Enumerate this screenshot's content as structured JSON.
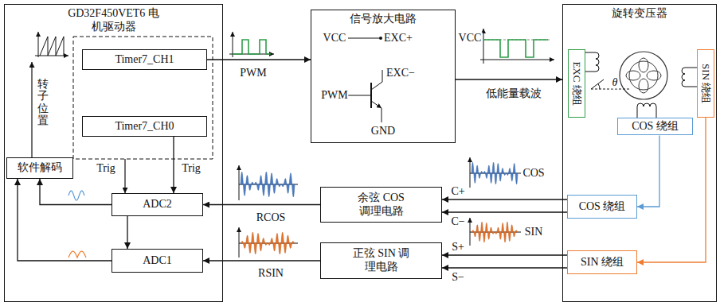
{
  "diagram": {
    "nodes": [
      {
        "text": [
          "GD32F450VET6 电机驱动器"
        ]
      },
      {
        "text": [
          "Timer7_CH1"
        ],
        "in": 0
      },
      {
        "text": [
          "Timer7_CH0"
        ],
        "in": 0
      },
      {
        "text": [
          "软件解码"
        ],
        "in": 0
      },
      {
        "text": [
          "ADC2"
        ],
        "in": 0
      },
      {
        "text": [
          "ADC1"
        ],
        "in": 0
      },
      {
        "text": [
          "信号放大电路"
        ]
      },
      {
        "text": [
          "旋转变压器"
        ]
      },
      {
        "text": [
          "EXC 绕组"
        ],
        "in": 7
      },
      {
        "text": [
          "SIN 绕组"
        ],
        "in": 7
      },
      {
        "text": [
          "COS 绕组"
        ],
        "in": 7
      },
      {
        "text": [
          "COS 绕组"
        ],
        "in": 7
      },
      {
        "text": [
          "SIN 绕组"
        ],
        "in": 7
      },
      {
        "text": [
          "余弦 COS 调理电路"
        ]
      },
      {
        "text": [
          "正弦 SIN 调理电路"
        ]
      }
    ],
    "edges": [
      {
        "from": 1,
        "to": 6,
        "arrow": "to",
        "label": "PWM"
      },
      {
        "from": 6,
        "to": 7,
        "arrow": "to",
        "label": "低能量载波"
      },
      {
        "from": 2,
        "to": 4,
        "arrow": "to",
        "label": "Trig"
      },
      {
        "from": 4,
        "to": 5,
        "arrow": "to"
      },
      {
        "from": 4,
        "to": 3,
        "arrow": "to"
      },
      {
        "from": 5,
        "to": 3,
        "arrow": "to"
      },
      {
        "from": 13,
        "to": 4,
        "arrow": "to",
        "label": "RCOS"
      },
      {
        "from": 14,
        "to": 5,
        "arrow": "to",
        "label": "RSIN"
      },
      {
        "from": 11,
        "to": 13,
        "arrow": "to",
        "label": "C+"
      },
      {
        "from": 11,
        "to": 13,
        "arrow": "to",
        "label": "C−"
      },
      {
        "from": 12,
        "to": 14,
        "arrow": "to",
        "label": "S+"
      },
      {
        "from": 12,
        "to": 14,
        "arrow": "to",
        "label": "S−"
      },
      {
        "from": 10,
        "to": 11,
        "arrow": "to"
      },
      {
        "from": 9,
        "to": 12,
        "arrow": "to"
      }
    ],
    "labels": [
      "转子位置",
      "Trig",
      "VCC",
      "EXC+",
      "PWM",
      "EXC−",
      "GND",
      "VCC",
      "θ",
      "COS",
      "SIN"
    ]
  }
}
